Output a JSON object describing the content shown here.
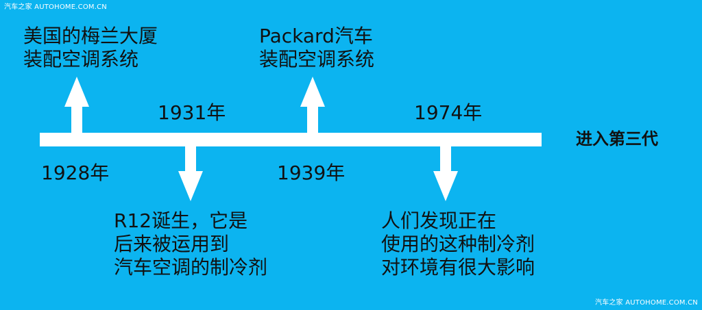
{
  "watermark": {
    "top_left": "汽车之家 AUTOHOME.COM.CN",
    "bottom_right": "汽车之家 AUTOHOME.COM.CN"
  },
  "colors": {
    "background": "#0cb4f0",
    "timeline": "#ffffff",
    "text": "#111111"
  },
  "timeline": {
    "years": [
      "1928年",
      "1931年",
      "1939年",
      "1974年"
    ],
    "events": [
      {
        "lines": [
          "美国的梅兰大厦",
          "装配空调系统"
        ]
      },
      {
        "lines": [
          "R12诞生，它是",
          "后来被运用到",
          "汽车空调的制冷剂"
        ]
      },
      {
        "lines": [
          "Packard汽车",
          "装配空调系统"
        ]
      },
      {
        "lines": [
          "人们发现正在",
          "使用的这种制冷剂",
          "对环境有很大影响"
        ]
      }
    ],
    "next_label": "进入第三代"
  }
}
